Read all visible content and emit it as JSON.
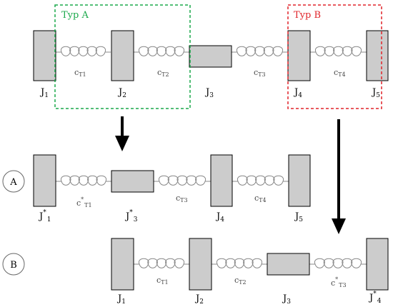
{
  "groups": {
    "type_a": {
      "label": "Typ A",
      "color": "#1aa84a"
    },
    "type_b": {
      "label": "Typ B",
      "color": "#e0242a"
    }
  },
  "colors": {
    "disk_fill": "#cccccc",
    "spring": "#888888",
    "arrow": "#000000"
  },
  "icons": {
    "arrow_a": "arrow-down-icon",
    "arrow_b": "arrow-down-icon"
  },
  "rows": {
    "original": {
      "inertias": [
        {
          "base": "J",
          "sub": "1",
          "star": ""
        },
        {
          "base": "J",
          "sub": "2",
          "star": ""
        },
        {
          "base": "J",
          "sub": "3",
          "star": ""
        },
        {
          "base": "J",
          "sub": "4",
          "star": ""
        },
        {
          "base": "J",
          "sub": "5",
          "star": ""
        }
      ],
      "springs": [
        {
          "base": "c",
          "sub": "T1",
          "star": ""
        },
        {
          "base": "c",
          "sub": "T2",
          "star": ""
        },
        {
          "base": "c",
          "sub": "T3",
          "star": ""
        },
        {
          "base": "c",
          "sub": "T4",
          "star": ""
        }
      ]
    },
    "a": {
      "circle_label": "A",
      "inertias": [
        {
          "base": "J",
          "sub": "1",
          "star": "*"
        },
        {
          "base": "J",
          "sub": "3",
          "star": "*"
        },
        {
          "base": "J",
          "sub": "4",
          "star": ""
        },
        {
          "base": "J",
          "sub": "5",
          "star": ""
        }
      ],
      "springs": [
        {
          "base": "c",
          "sub": "T1",
          "star": "*"
        },
        {
          "base": "c",
          "sub": "T3",
          "star": ""
        },
        {
          "base": "c",
          "sub": "T4",
          "star": ""
        }
      ]
    },
    "b": {
      "circle_label": "B",
      "inertias": [
        {
          "base": "J",
          "sub": "1",
          "star": ""
        },
        {
          "base": "J",
          "sub": "2",
          "star": ""
        },
        {
          "base": "J",
          "sub": "3",
          "star": ""
        },
        {
          "base": "J",
          "sub": "4",
          "star": "*"
        }
      ],
      "springs": [
        {
          "base": "c",
          "sub": "T1",
          "star": ""
        },
        {
          "base": "c",
          "sub": "T2",
          "star": ""
        },
        {
          "base": "c",
          "sub": "T3",
          "star": "*"
        }
      ]
    }
  }
}
